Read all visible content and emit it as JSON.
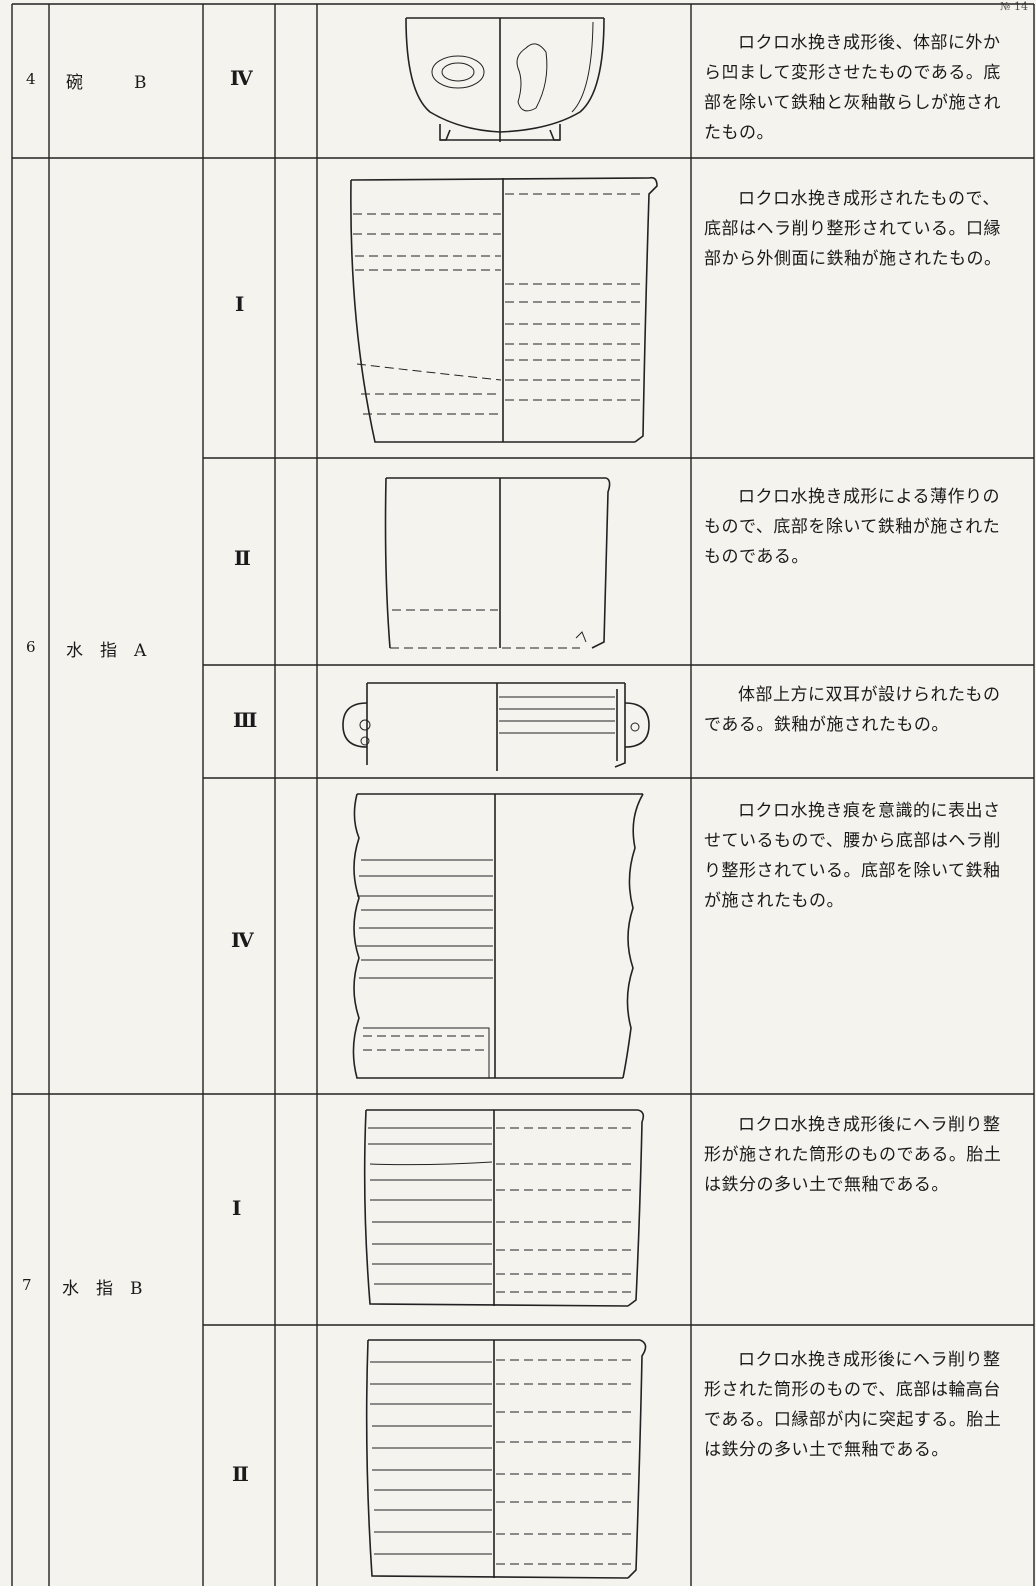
{
  "page": {
    "number": "№ 14"
  },
  "rows": [
    {
      "no": "4",
      "name": "碗　　　B",
      "type": "Ⅳ",
      "desc": "ロクロ水挽き成形後、体部に外から凹まして変形させたものである。底部を除いて鉄釉と灰釉散らしが施されたもの。"
    },
    {
      "no": "6",
      "name": "水　指　A",
      "type": "Ⅰ",
      "desc": "ロクロ水挽き成形されたもので、底部はヘラ削り整形されている。口縁部から外側面に鉄釉が施されたもの。"
    },
    {
      "type": "Ⅱ",
      "desc": "ロクロ水挽き成形による薄作りのもので、底部を除いて鉄釉が施されたものである。"
    },
    {
      "type": "Ⅲ",
      "desc": "体部上方に双耳が設けられたものである。鉄釉が施されたもの。"
    },
    {
      "type": "Ⅳ",
      "desc": "ロクロ水挽き痕を意識的に表出させているもので、腰から底部はヘラ削り整形されている。底部を除いて鉄釉が施されたもの。"
    },
    {
      "no": "7",
      "name": "水　指　B",
      "type": "Ⅰ",
      "desc": "ロクロ水挽き成形後にヘラ削り整形が施された筒形のものである。胎土は鉄分の多い土で無釉である。"
    },
    {
      "type": "Ⅱ",
      "desc": "ロクロ水挽き成形後にヘラ削り整形された筒形のもので、底部は輪高台である。口縁部が内に突起する。胎土は鉄分の多い土で無釉である。"
    }
  ],
  "figures": [
    "bowl-b-iv",
    "mizusashi-a-i",
    "mizusashi-a-ii",
    "mizusashi-a-iii",
    "mizusashi-a-iv",
    "mizusashi-b-i",
    "mizusashi-b-ii"
  ]
}
